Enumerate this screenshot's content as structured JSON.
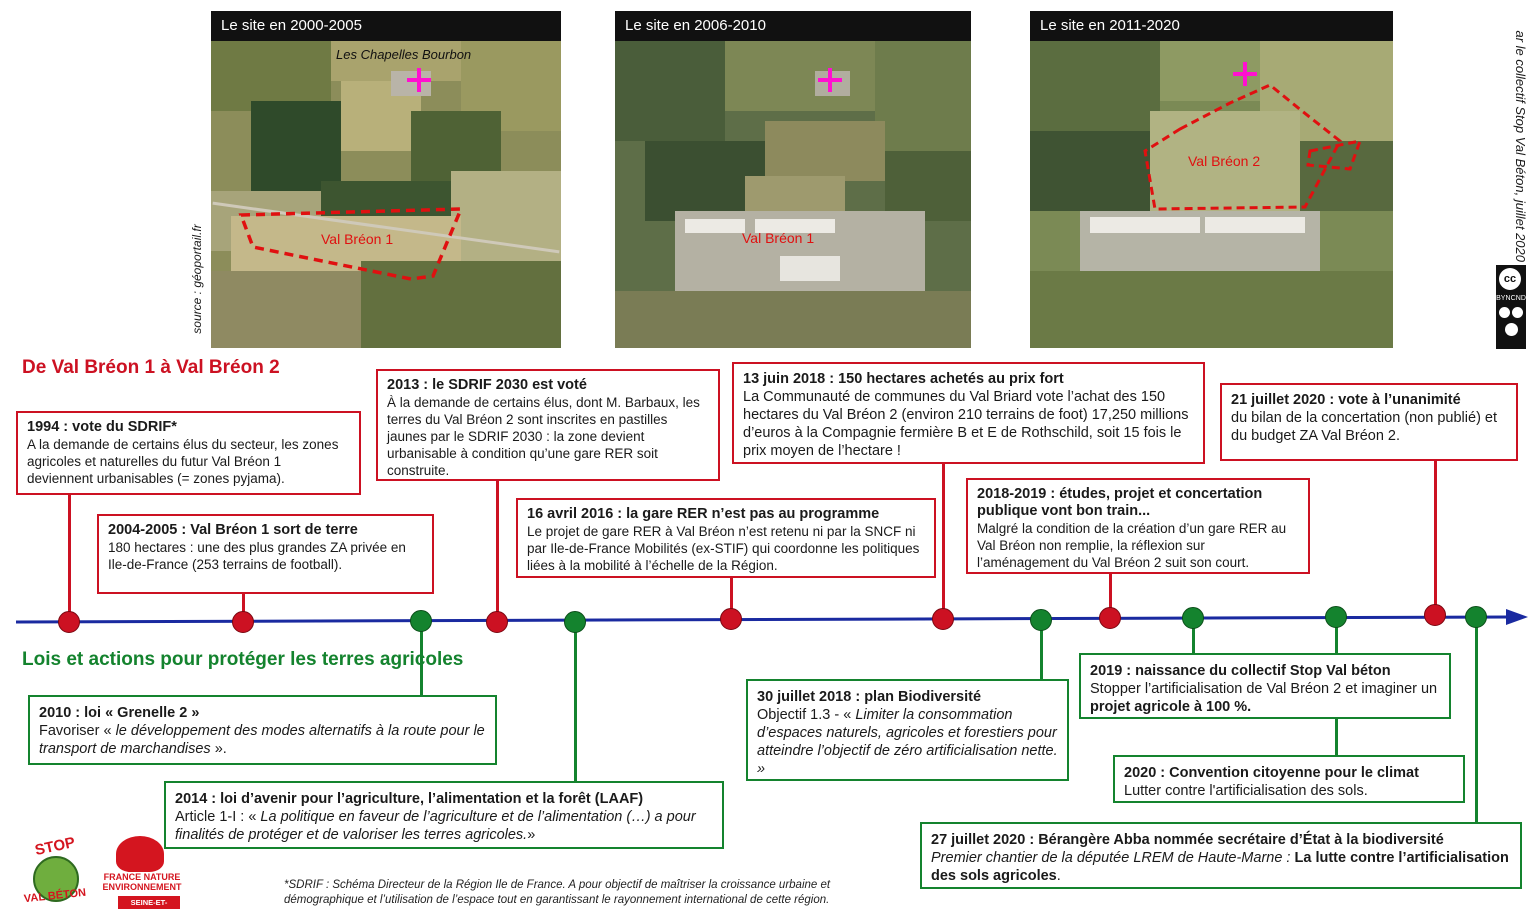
{
  "photos": [
    {
      "header": "Le site en 2000-2005",
      "village": "Les Chapelles Bourbon",
      "zone": "Val Bréon 1"
    },
    {
      "header": "Le site en 2006-2010",
      "zone": "Val Bréon  1"
    },
    {
      "header": "Le site en 2011-2020",
      "zone": "Val Bréon 2"
    }
  ],
  "photo_source": "source : géoportail.fr",
  "side_credit": "ar le collectif Stop Val Béton, juillet 2020",
  "license": {
    "cc": "cc",
    "by": "BY",
    "nc": "NC",
    "nd": "ND"
  },
  "sections": {
    "red_title": "De Val Bréon 1 à Val Bréon 2",
    "green_title": "Lois et actions pour protéger les terres agricoles"
  },
  "red_events": {
    "e1994": {
      "title": "1994 : vote du SDRIF*",
      "body": "A la demande de certains élus du secteur, les zones agricoles et naturelles du futur Val Bréon 1 deviennent urbanisables (= zones pyjama)."
    },
    "e2004": {
      "title": "2004-2005 : Val Bréon 1 sort de terre",
      "body": "180 hectares : une des plus grandes ZA privée en Ile-de-France (253 terrains de football)."
    },
    "e2013": {
      "title": "2013 : le SDRIF 2030 est voté",
      "body": "À la demande de certains élus, dont M. Barbaux, les terres du Val Bréon 2 sont inscrites en pastilles jaunes par le SDRIF 2030 : la zone devient urbanisable à condition qu’une gare RER soit construite."
    },
    "e2016": {
      "title": "16 avril 2016 : la gare RER n’est pas au programme",
      "body": "Le projet de gare RER à Val Bréon n’est retenu ni par la SNCF ni par Ile-de-France Mobilités (ex-STIF) qui coordonne les politiques liées à la mobilité à l’échelle de la Région."
    },
    "e2018": {
      "title": "13 juin 2018 : 150 hectares achetés au prix fort",
      "body": "La Communauté de communes du Val Briard vote l’achat des 150 hectares du Val Bréon 2 (environ 210 terrains de foot) 17,250 millions d’euros à la Compagnie fermière B et E de Rothschild, soit 15 fois le prix moyen de l’hectare !"
    },
    "e2019": {
      "title": "2018-2019 : études, projet et concertation publique vont bon train...",
      "body": "Malgré la condition de la création d’un gare RER au Val Bréon non remplie, la réflexion sur l’aménagement du Val Bréon 2 suit son court."
    },
    "e2020": {
      "title": "21 juillet 2020 : vote à l’unanimité",
      "body": "du bilan de la concertation (non publié) et du budget ZA Val Bréon 2."
    }
  },
  "green_events": {
    "g2010": {
      "title": "2010 : loi « Grenelle 2 »",
      "pre": "Favoriser « ",
      "quote": "le développement des modes alternatifs à la route pour le transport de marchandises",
      "post": " »."
    },
    "g2014": {
      "title": "2014 : loi d’avenir pour l’agriculture, l’alimentation et la forêt (LAAF)",
      "pre": "Article 1-I : « ",
      "quote": "La politique en faveur de l’agriculture et de l’alimentation (…) a pour finalités de protéger et de valoriser les terres agricoles.",
      "post": "»"
    },
    "g2018": {
      "title": "30 juillet 2018 : plan Biodiversité",
      "pre": "Objectif 1.3 - « ",
      "quote": "Limiter la consommation d’espaces naturels, agricoles et forestiers pour atteindre l’objectif de zéro artificialisation nette. »"
    },
    "g2019": {
      "title": "2019 : naissance du collectif Stop Val béton",
      "pre": "Stopper l’artificialisation de Val Bréon 2 et imaginer un ",
      "bold": "projet agricole à 100 %."
    },
    "g2020c": {
      "title": "2020 : Convention citoyenne pour le climat",
      "body": "Lutter contre l'artificialisation des sols."
    },
    "g2020a": {
      "title": "27 juillet 2020 : Bérangère Abba nommée secrétaire d’État à la biodiversité",
      "pre": "Premier chantier de la députée LREM de Haute-Marne : ",
      "bold": "La lutte contre l’artificialisation des sols agricoles",
      "post": "."
    }
  },
  "footnote": {
    "line1": "*SDRIF : Schéma Directeur de la Région Ile de France. A pour objectif de maîtriser la croissance urbaine et",
    "line2": "démographique et l’utilisation de l’espace tout en garantissant le rayonnement international de cette région."
  },
  "logos": {
    "stop_top": "STOP",
    "stop_bottom": "VAL BÉTON",
    "fne_line1": "FRANCE NATURE",
    "fne_line2": "ENVIRONNEMENT",
    "fne_line3": "SEINE-ET-MARNE"
  },
  "colors": {
    "red": "#cc1122",
    "green": "#14832e",
    "axis": "#1a2aa0",
    "pin": "#ff10d0"
  }
}
